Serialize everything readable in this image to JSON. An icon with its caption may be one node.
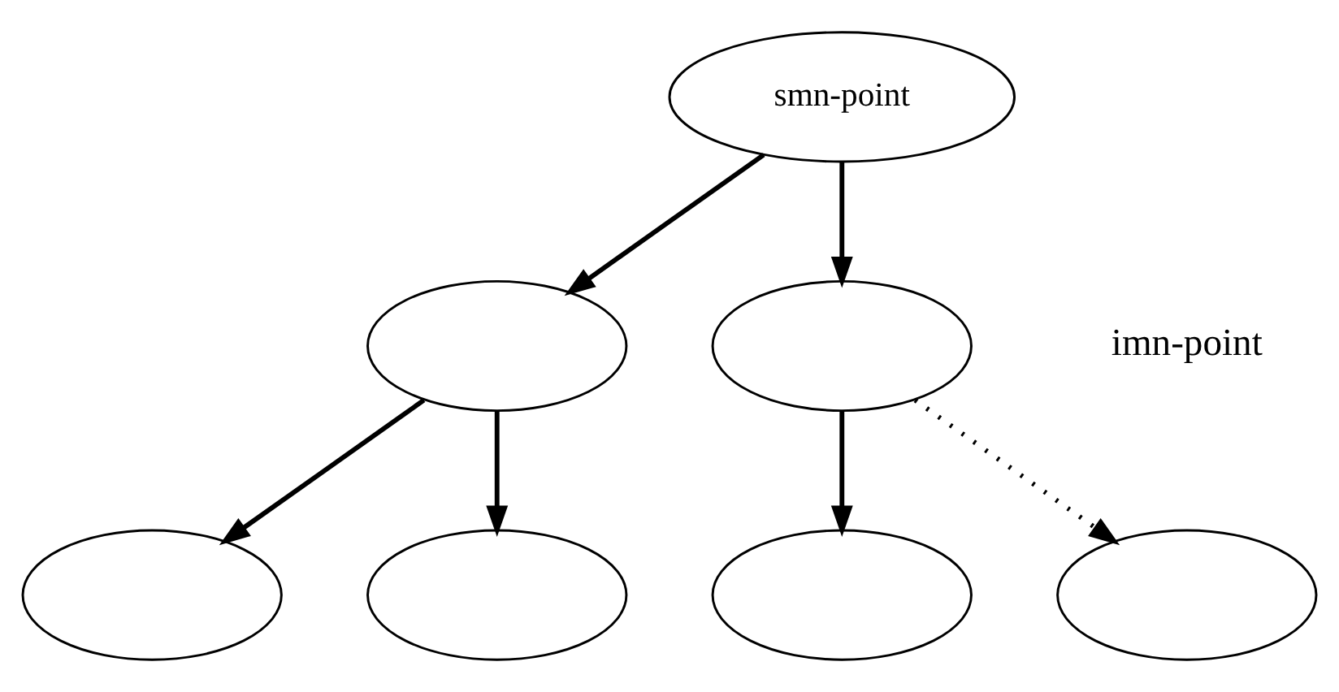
{
  "diagram": {
    "nodes": [
      {
        "text": [
          "smn-point"
        ]
      },
      {
        "text": [],
        "shape": "ellipse"
      },
      {
        "text": [],
        "shape": "ellipse"
      },
      {
        "text": [],
        "shape": "ellipse"
      },
      {
        "text": [],
        "shape": "ellipse"
      },
      {
        "text": [],
        "shape": "ellipse"
      },
      {
        "text": [],
        "shape": "ellipse"
      }
    ],
    "edges": [
      {
        "from": 0,
        "to": 1,
        "arrow": "to"
      },
      {
        "from": 0,
        "to": 2,
        "arrow": "to"
      },
      {
        "from": 1,
        "to": 3,
        "arrow": "to"
      },
      {
        "from": 1,
        "to": 4,
        "arrow": "to"
      },
      {
        "from": 2,
        "to": 5,
        "arrow": "to"
      },
      {
        "from": 2,
        "to": 6,
        "arrow": "to",
        "style": "dashed"
      }
    ],
    "labels": [
      "imn-point"
    ]
  }
}
